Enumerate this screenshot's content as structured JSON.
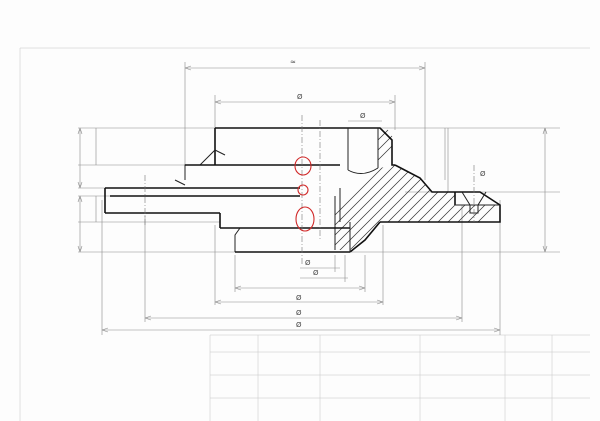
{
  "drawing": {
    "dimension_symbols": {
      "top_span": "≈",
      "top_diameter": "Ø",
      "small_diameter": "Ø",
      "lower_1": "Ø",
      "lower_2": "Ø",
      "lower_3": "Ø",
      "lower_4": "Ø",
      "lower_5": "Ø",
      "bolt_hole": "Ø"
    },
    "highlight_color": "#d12a2a",
    "line_color": "#111111"
  }
}
